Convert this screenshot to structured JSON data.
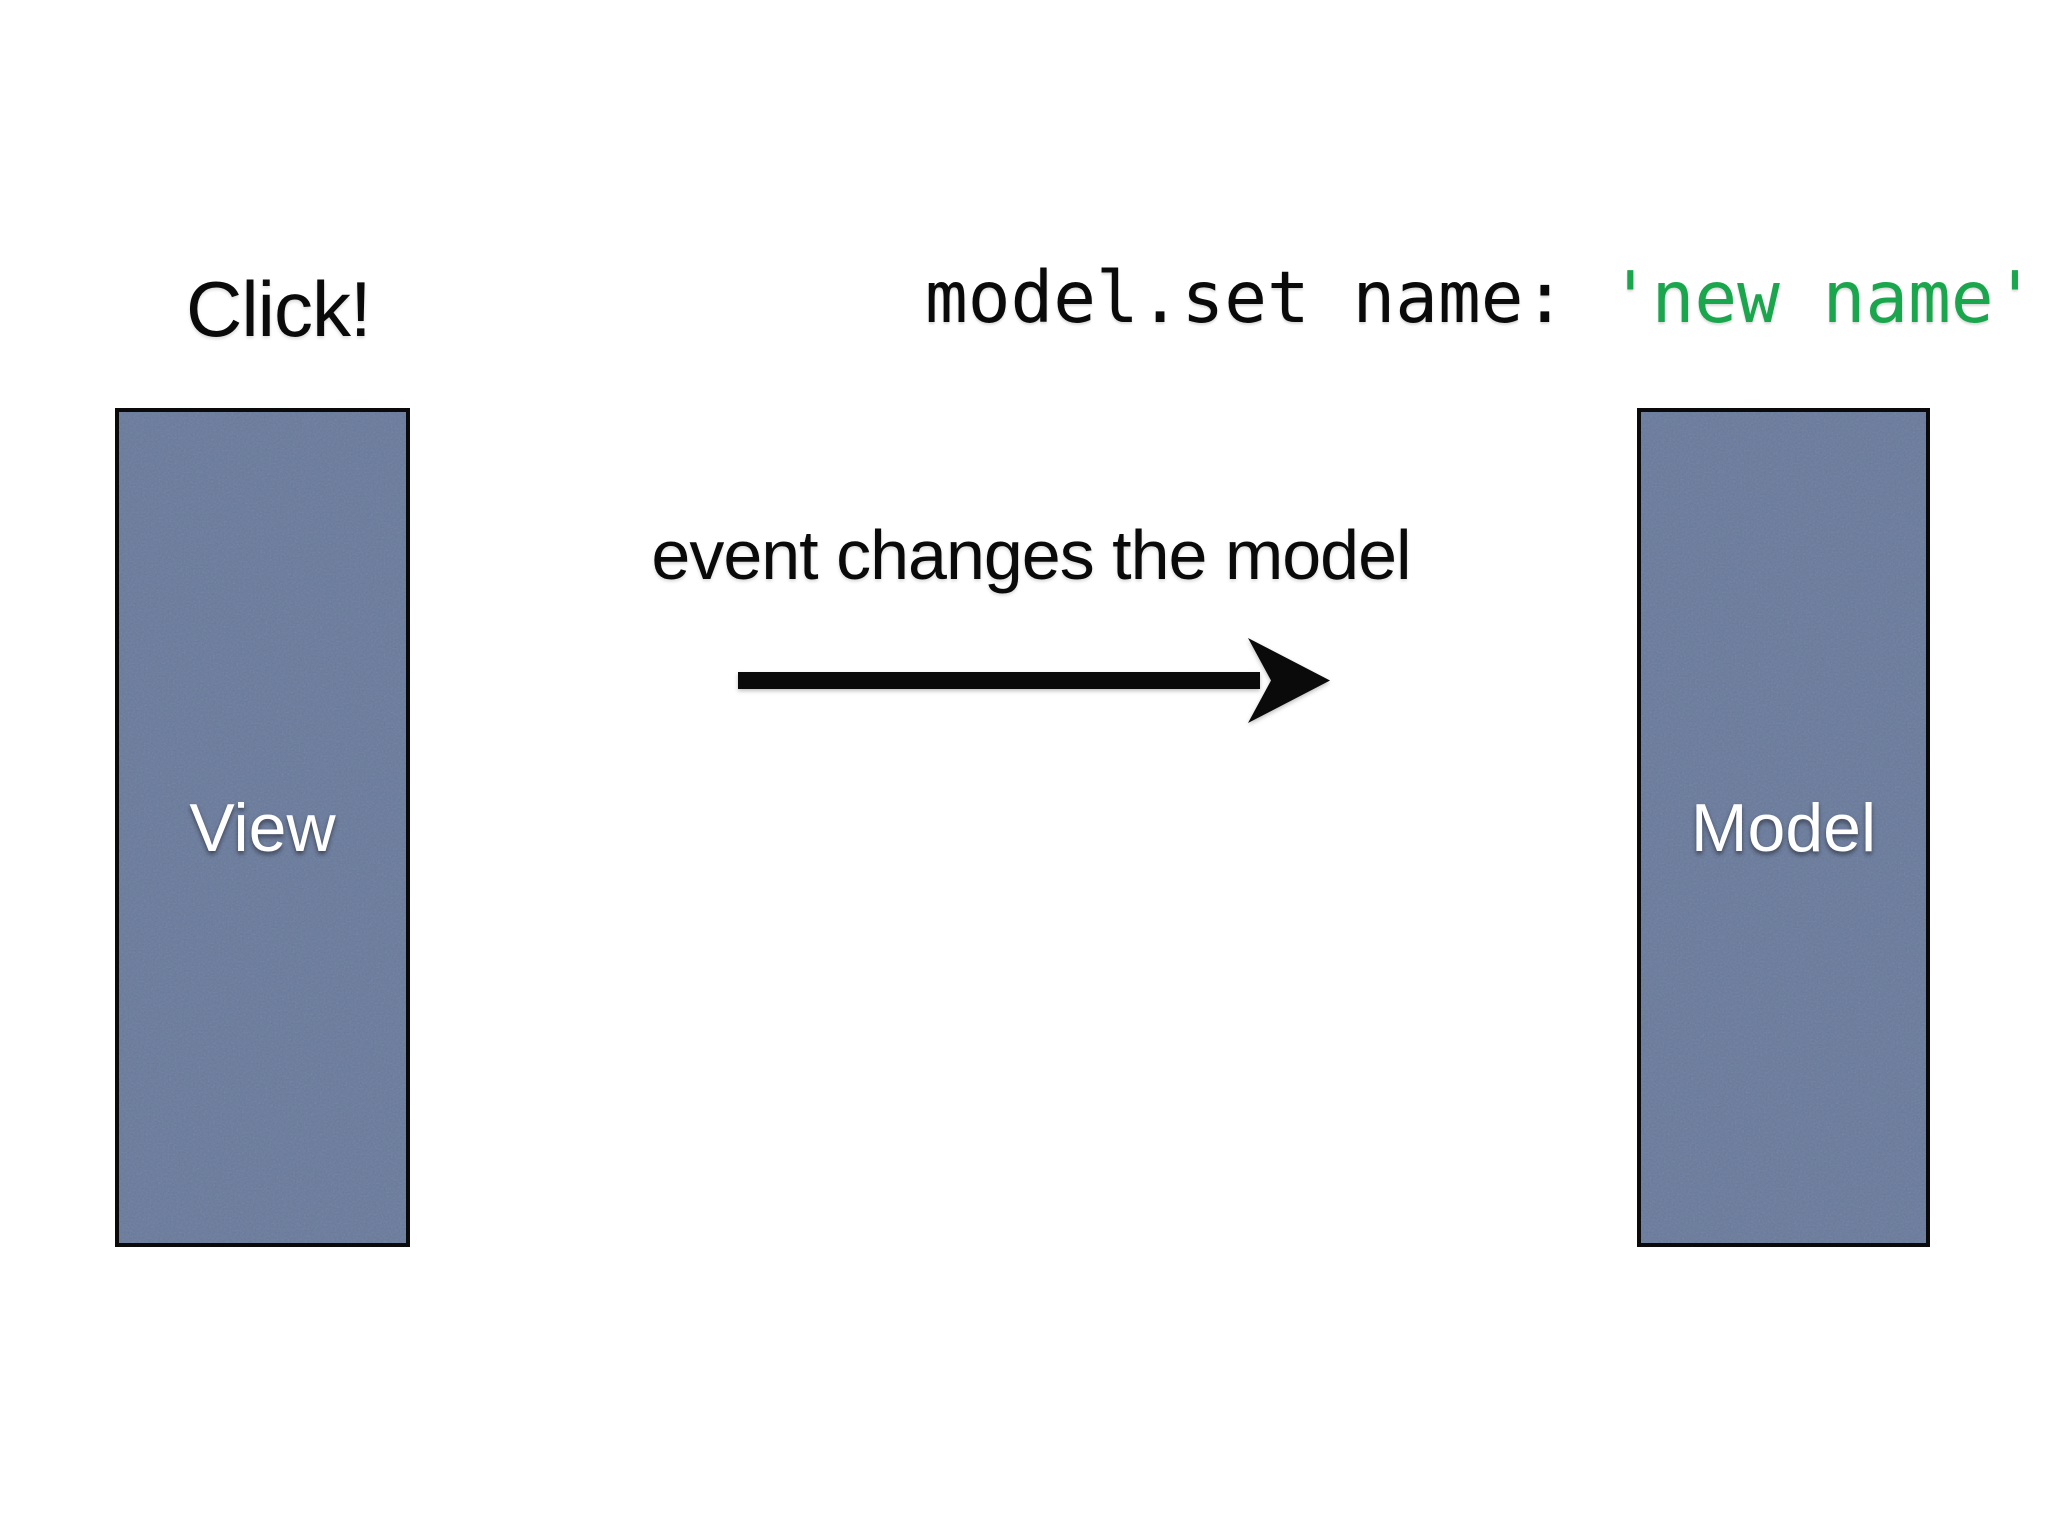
{
  "slide": {
    "click_label": "Click!",
    "code": {
      "call": "model.set name: ",
      "string_value": "'new name'"
    },
    "arrow": {
      "label": "event changes the model"
    },
    "boxes": {
      "view": {
        "label": "View"
      },
      "model": {
        "label": "Model"
      }
    },
    "colors": {
      "box_fill": "#68799b",
      "box_border": "#0a0a0a",
      "code_text": "#0a0a0a",
      "code_string_green": "#1aa64d",
      "label_text": "#ffffff",
      "background": "#ffffff",
      "arrow": "#0a0a0a"
    }
  }
}
